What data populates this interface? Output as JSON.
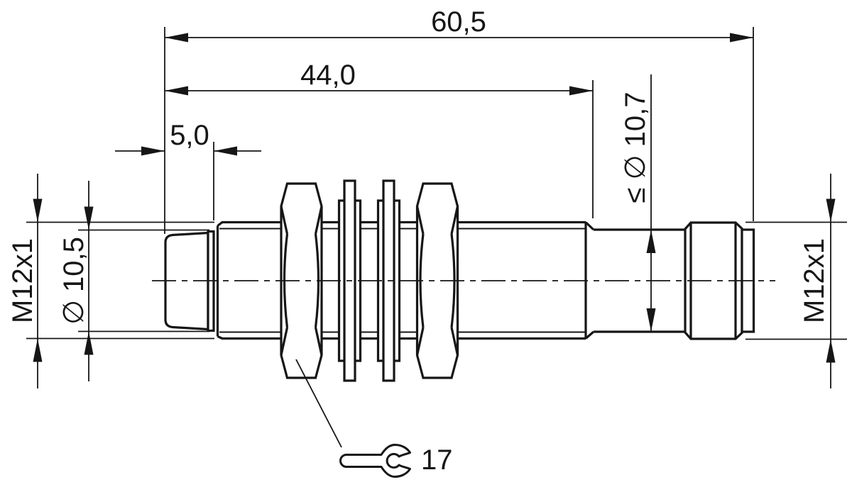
{
  "drawing": {
    "labels": {
      "overall_length": "60,5",
      "thread_length": "44,0",
      "head_length": "5,0",
      "max_diameter": "≤ ∅ 10,7",
      "head_diameter": "∅ 10,5",
      "thread_left": "M12x1",
      "thread_right": "M12x1",
      "wrench_size": "17"
    },
    "colors": {
      "line": "#161616",
      "background": "#ffffff"
    }
  }
}
